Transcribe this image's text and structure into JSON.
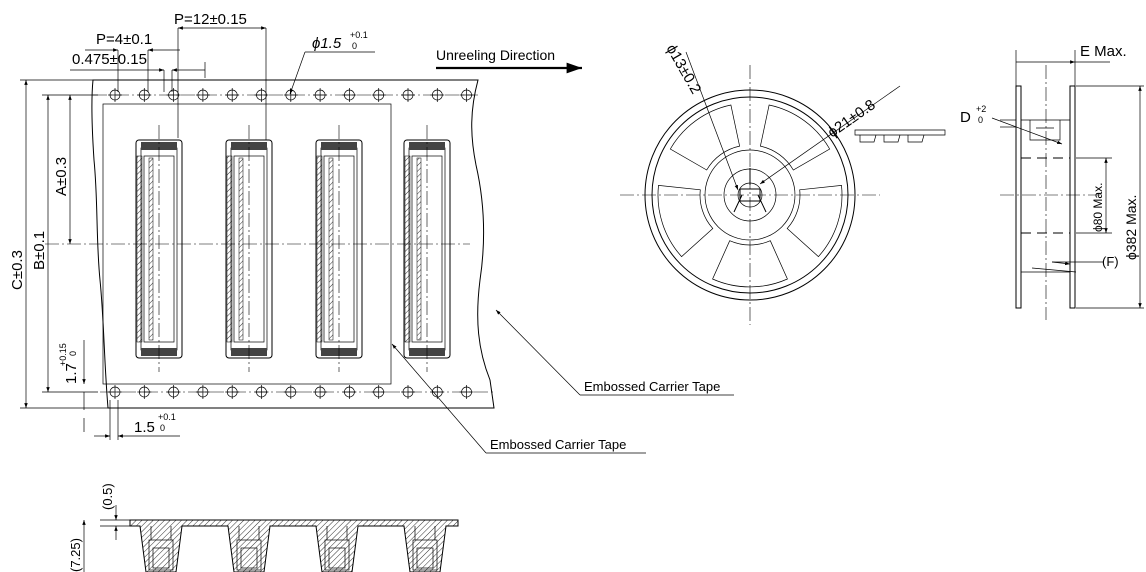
{
  "dims": {
    "pitch_small": "P=4±0.1",
    "pitch_large": "P=12±0.15",
    "hole_offset": "0.475±0.15",
    "hole_dia": "ϕ1.5",
    "hole_dia_tol_upper": "+0.1",
    "hole_dia_tol_lower": "0",
    "unreeling": "Unreeling Direction",
    "a_dim": "A±0.3",
    "b_dim": "B±0.1",
    "c_dim": "C±0.3",
    "edge_dim": "1.7",
    "edge_tol_upper": "+0.15",
    "edge_tol_lower": "0",
    "bottom_dim": "1.5",
    "bottom_tol_upper": "+0.1",
    "bottom_tol_lower": "0",
    "section_top": "(0.5)",
    "section_height": "(7.25)"
  },
  "callouts": {
    "tape1": "Embossed Carrier Tape",
    "tape2": "Embossed Carrier Tape"
  },
  "reel": {
    "hub_dia": "ϕ13±0.2",
    "arbor_dia": "ϕ21±0.8"
  },
  "side": {
    "e_max": "E Max.",
    "d_dim": "D",
    "d_tol_upper": "+2",
    "d_tol_lower": "0",
    "hub_max": "ϕ80 Max.",
    "reel_max": "ϕ382 Max.",
    "f_dim": "(F)"
  }
}
